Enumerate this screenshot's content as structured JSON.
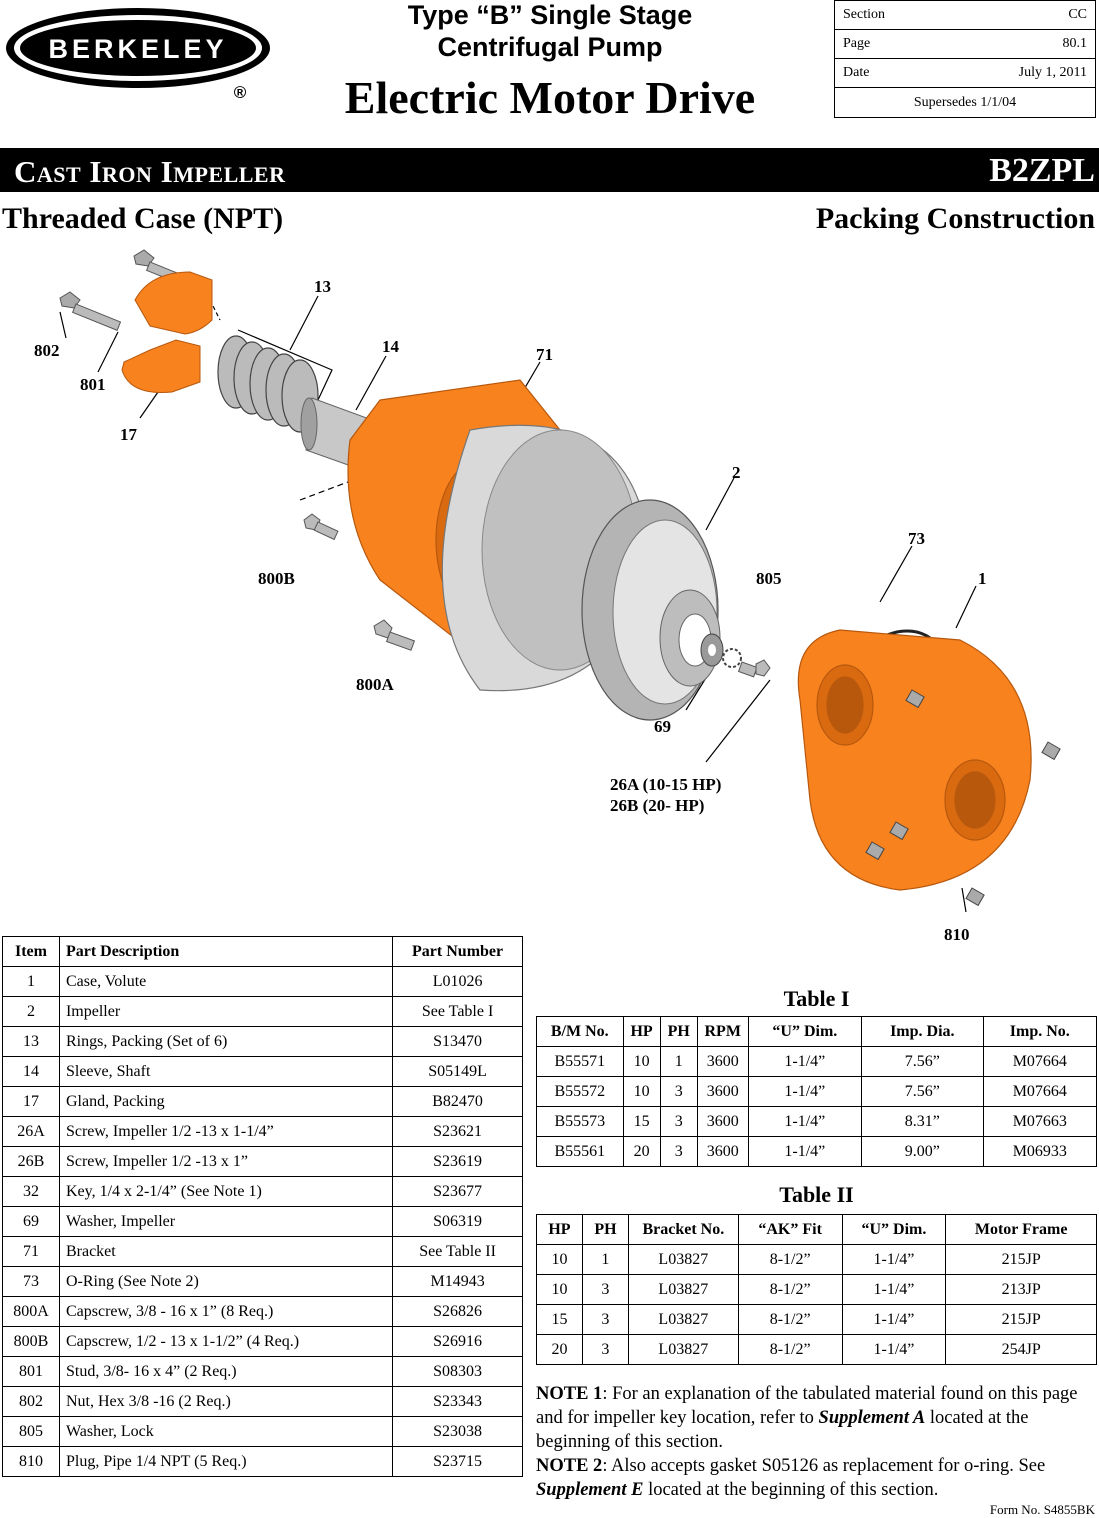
{
  "brand": {
    "name": "BERKELEY",
    "registered": "®"
  },
  "title": {
    "line1": "Type “B” Single Stage",
    "line2": "Centrifugal Pump",
    "line3": "Electric Motor Drive"
  },
  "info": {
    "section_label": "Section",
    "section_value": "CC",
    "page_label": "Page",
    "page_value": "80.1",
    "date_label": "Date",
    "date_value": "July 1, 2011",
    "supersedes": "Supersedes 1/1/04"
  },
  "banner": {
    "left": "Cast Iron Impeller",
    "right": "B2ZPL"
  },
  "subheads": {
    "left": "Threaded Case (NPT)",
    "right": "Packing Construction"
  },
  "callouts": {
    "c13": "13",
    "c14": "14",
    "c71": "71",
    "c802": "802",
    "c801": "801",
    "c17": "17",
    "c2": "2",
    "c73": "73",
    "c1": "1",
    "c800b": "800B",
    "c805": "805",
    "c800a": "800A",
    "c69": "69",
    "c26": "26A (10-15 HP)\n26B (20- HP)",
    "c810": "810"
  },
  "colors": {
    "orange": "#f7821e",
    "orange_dark": "#d96a10",
    "gray": "#c8c8c8",
    "gray_dark": "#8a8a8a"
  },
  "parts_table": {
    "headers": [
      "Item",
      "Part Description",
      "Part Number"
    ],
    "rows": [
      [
        "1",
        "Case, Volute",
        "L01026"
      ],
      [
        "2",
        "Impeller",
        "See Table I"
      ],
      [
        "13",
        "Rings, Packing (Set of 6)",
        "S13470"
      ],
      [
        "14",
        "Sleeve, Shaft",
        "S05149L"
      ],
      [
        "17",
        "Gland, Packing",
        "B82470"
      ],
      [
        "26A",
        "Screw, Impeller 1/2 -13 x 1-1/4”",
        "S23621"
      ],
      [
        "26B",
        "Screw, Impeller 1/2 -13 x 1”",
        "S23619"
      ],
      [
        "32",
        "Key, 1/4 x 2-1/4” (See Note 1)",
        "S23677"
      ],
      [
        "69",
        "Washer, Impeller",
        "S06319"
      ],
      [
        "71",
        "Bracket",
        "See Table II"
      ],
      [
        "73",
        "O-Ring (See Note 2)",
        "M14943"
      ],
      [
        "800A",
        "Capscrew, 3/8 - 16 x 1” (8 Req.)",
        "S26826"
      ],
      [
        "800B",
        "Capscrew, 1/2 - 13 x 1-1/2” (4 Req.)",
        "S26916"
      ],
      [
        "801",
        "Stud, 3/8- 16 x 4” (2 Req.)",
        "S08303"
      ],
      [
        "802",
        "Nut, Hex 3/8 -16 (2 Req.)",
        "S23343"
      ],
      [
        "805",
        "Washer, Lock",
        "S23038"
      ],
      [
        "810",
        "Plug, Pipe 1/4 NPT (5 Req.)",
        "S23715"
      ]
    ]
  },
  "table1": {
    "caption": "Table I",
    "headers": [
      "B/M No.",
      "HP",
      "PH",
      "RPM",
      "“U” Dim.",
      "Imp. Dia.",
      "Imp. No."
    ],
    "rows": [
      [
        "B55571",
        "10",
        "1",
        "3600",
        "1-1/4”",
        "7.56”",
        "M07664"
      ],
      [
        "B55572",
        "10",
        "3",
        "3600",
        "1-1/4”",
        "7.56”",
        "M07664"
      ],
      [
        "B55573",
        "15",
        "3",
        "3600",
        "1-1/4”",
        "8.31”",
        "M07663"
      ],
      [
        "B55561",
        "20",
        "3",
        "3600",
        "1-1/4”",
        "9.00”",
        "M06933"
      ]
    ]
  },
  "table2": {
    "caption": "Table II",
    "headers": [
      "HP",
      "PH",
      "Bracket No.",
      "“AK” Fit",
      "“U” Dim.",
      "Motor Frame"
    ],
    "rows": [
      [
        "10",
        "1",
        "L03827",
        "8-1/2”",
        "1-1/4”",
        "215JP"
      ],
      [
        "10",
        "3",
        "L03827",
        "8-1/2”",
        "1-1/4”",
        "213JP"
      ],
      [
        "15",
        "3",
        "L03827",
        "8-1/2”",
        "1-1/4”",
        "215JP"
      ],
      [
        "20",
        "3",
        "L03827",
        "8-1/2”",
        "1-1/4”",
        "254JP"
      ]
    ]
  },
  "notes": {
    "note1_label": "NOTE 1",
    "note1_text_a": ": For an explanation of the tabulated material found on this page and for impeller key location, refer to ",
    "note1_ref": "Supplement A",
    "note1_text_b": " located at the beginning of this section.",
    "note2_label": "NOTE 2",
    "note2_text_a": ": Also accepts gasket S05126 as replacement for o-ring. See ",
    "note2_ref": "Supplement E",
    "note2_text_b": " located at the beginning of this section."
  },
  "form_no": "Form No. S4855BK"
}
